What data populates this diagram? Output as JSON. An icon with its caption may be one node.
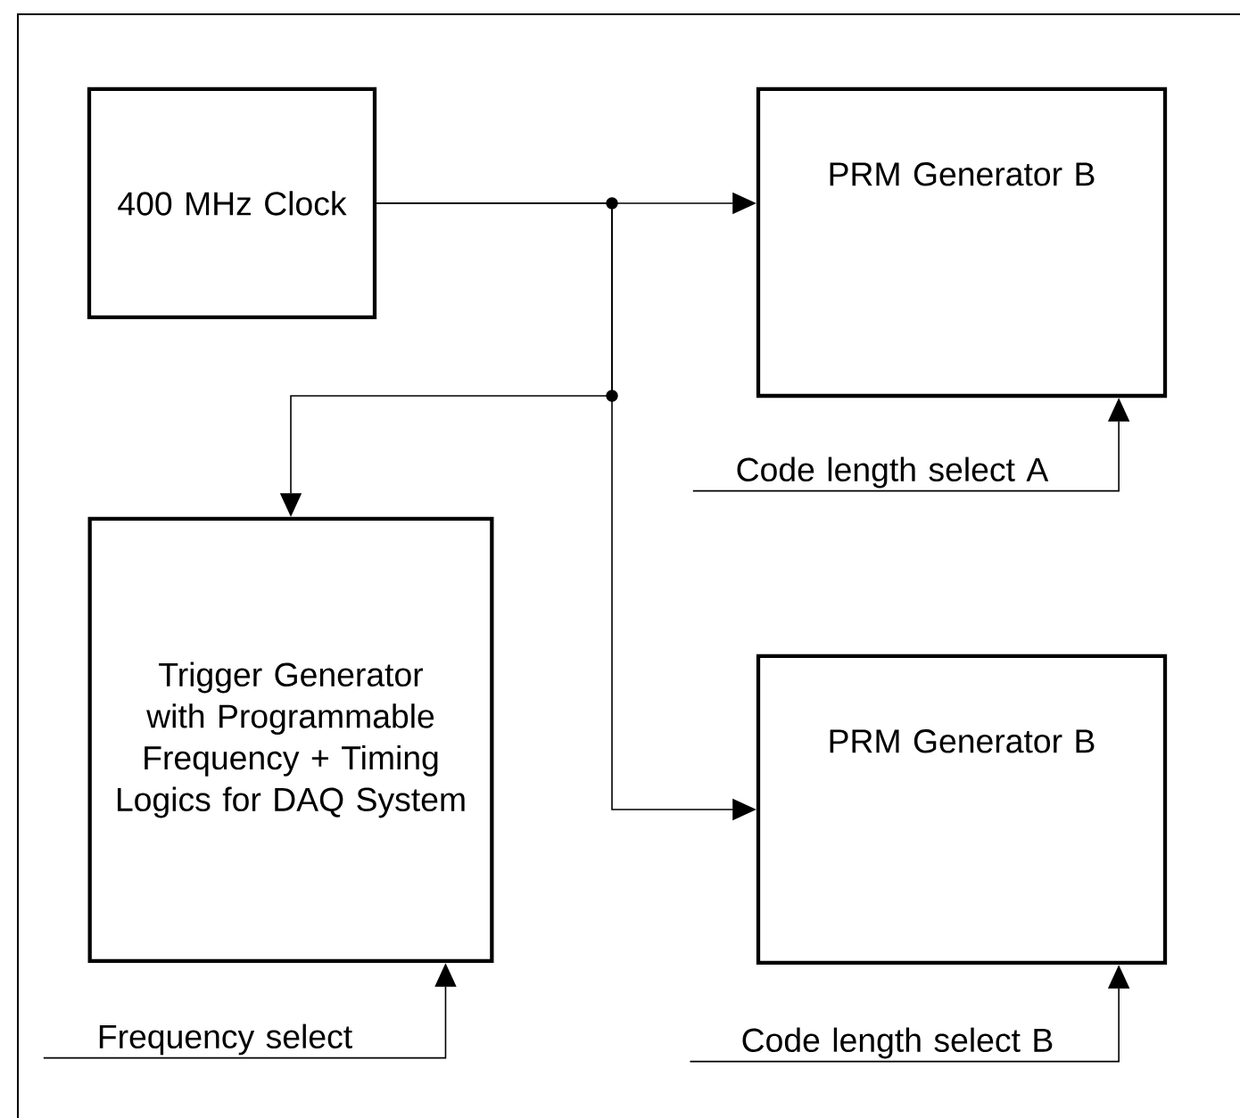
{
  "diagram": {
    "nodes": [
      {
        "text": [
          "400 MHz Clock"
        ]
      },
      {
        "text": [
          "PRM Generator B"
        ]
      },
      {
        "text": [
          "Trigger Generator with Programmable Frequency + Timing Logics for DAQ System"
        ]
      },
      {
        "text": [
          "PRM Generator B"
        ]
      },
      {
        "text": [
          "Code length select A"
        ]
      },
      {
        "text": [
          "Frequency select"
        ]
      },
      {
        "text": [
          "Code length select B"
        ]
      }
    ],
    "edges": [
      {
        "from": 0,
        "to": 1,
        "arrow": "to"
      },
      {
        "from": 0,
        "to": 2,
        "arrow": "to"
      },
      {
        "from": 0,
        "to": 3,
        "arrow": "to"
      },
      {
        "from": 4,
        "to": 1,
        "arrow": "to"
      },
      {
        "from": 5,
        "to": 2,
        "arrow": "to"
      },
      {
        "from": 6,
        "to": 3,
        "arrow": "to"
      }
    ]
  }
}
